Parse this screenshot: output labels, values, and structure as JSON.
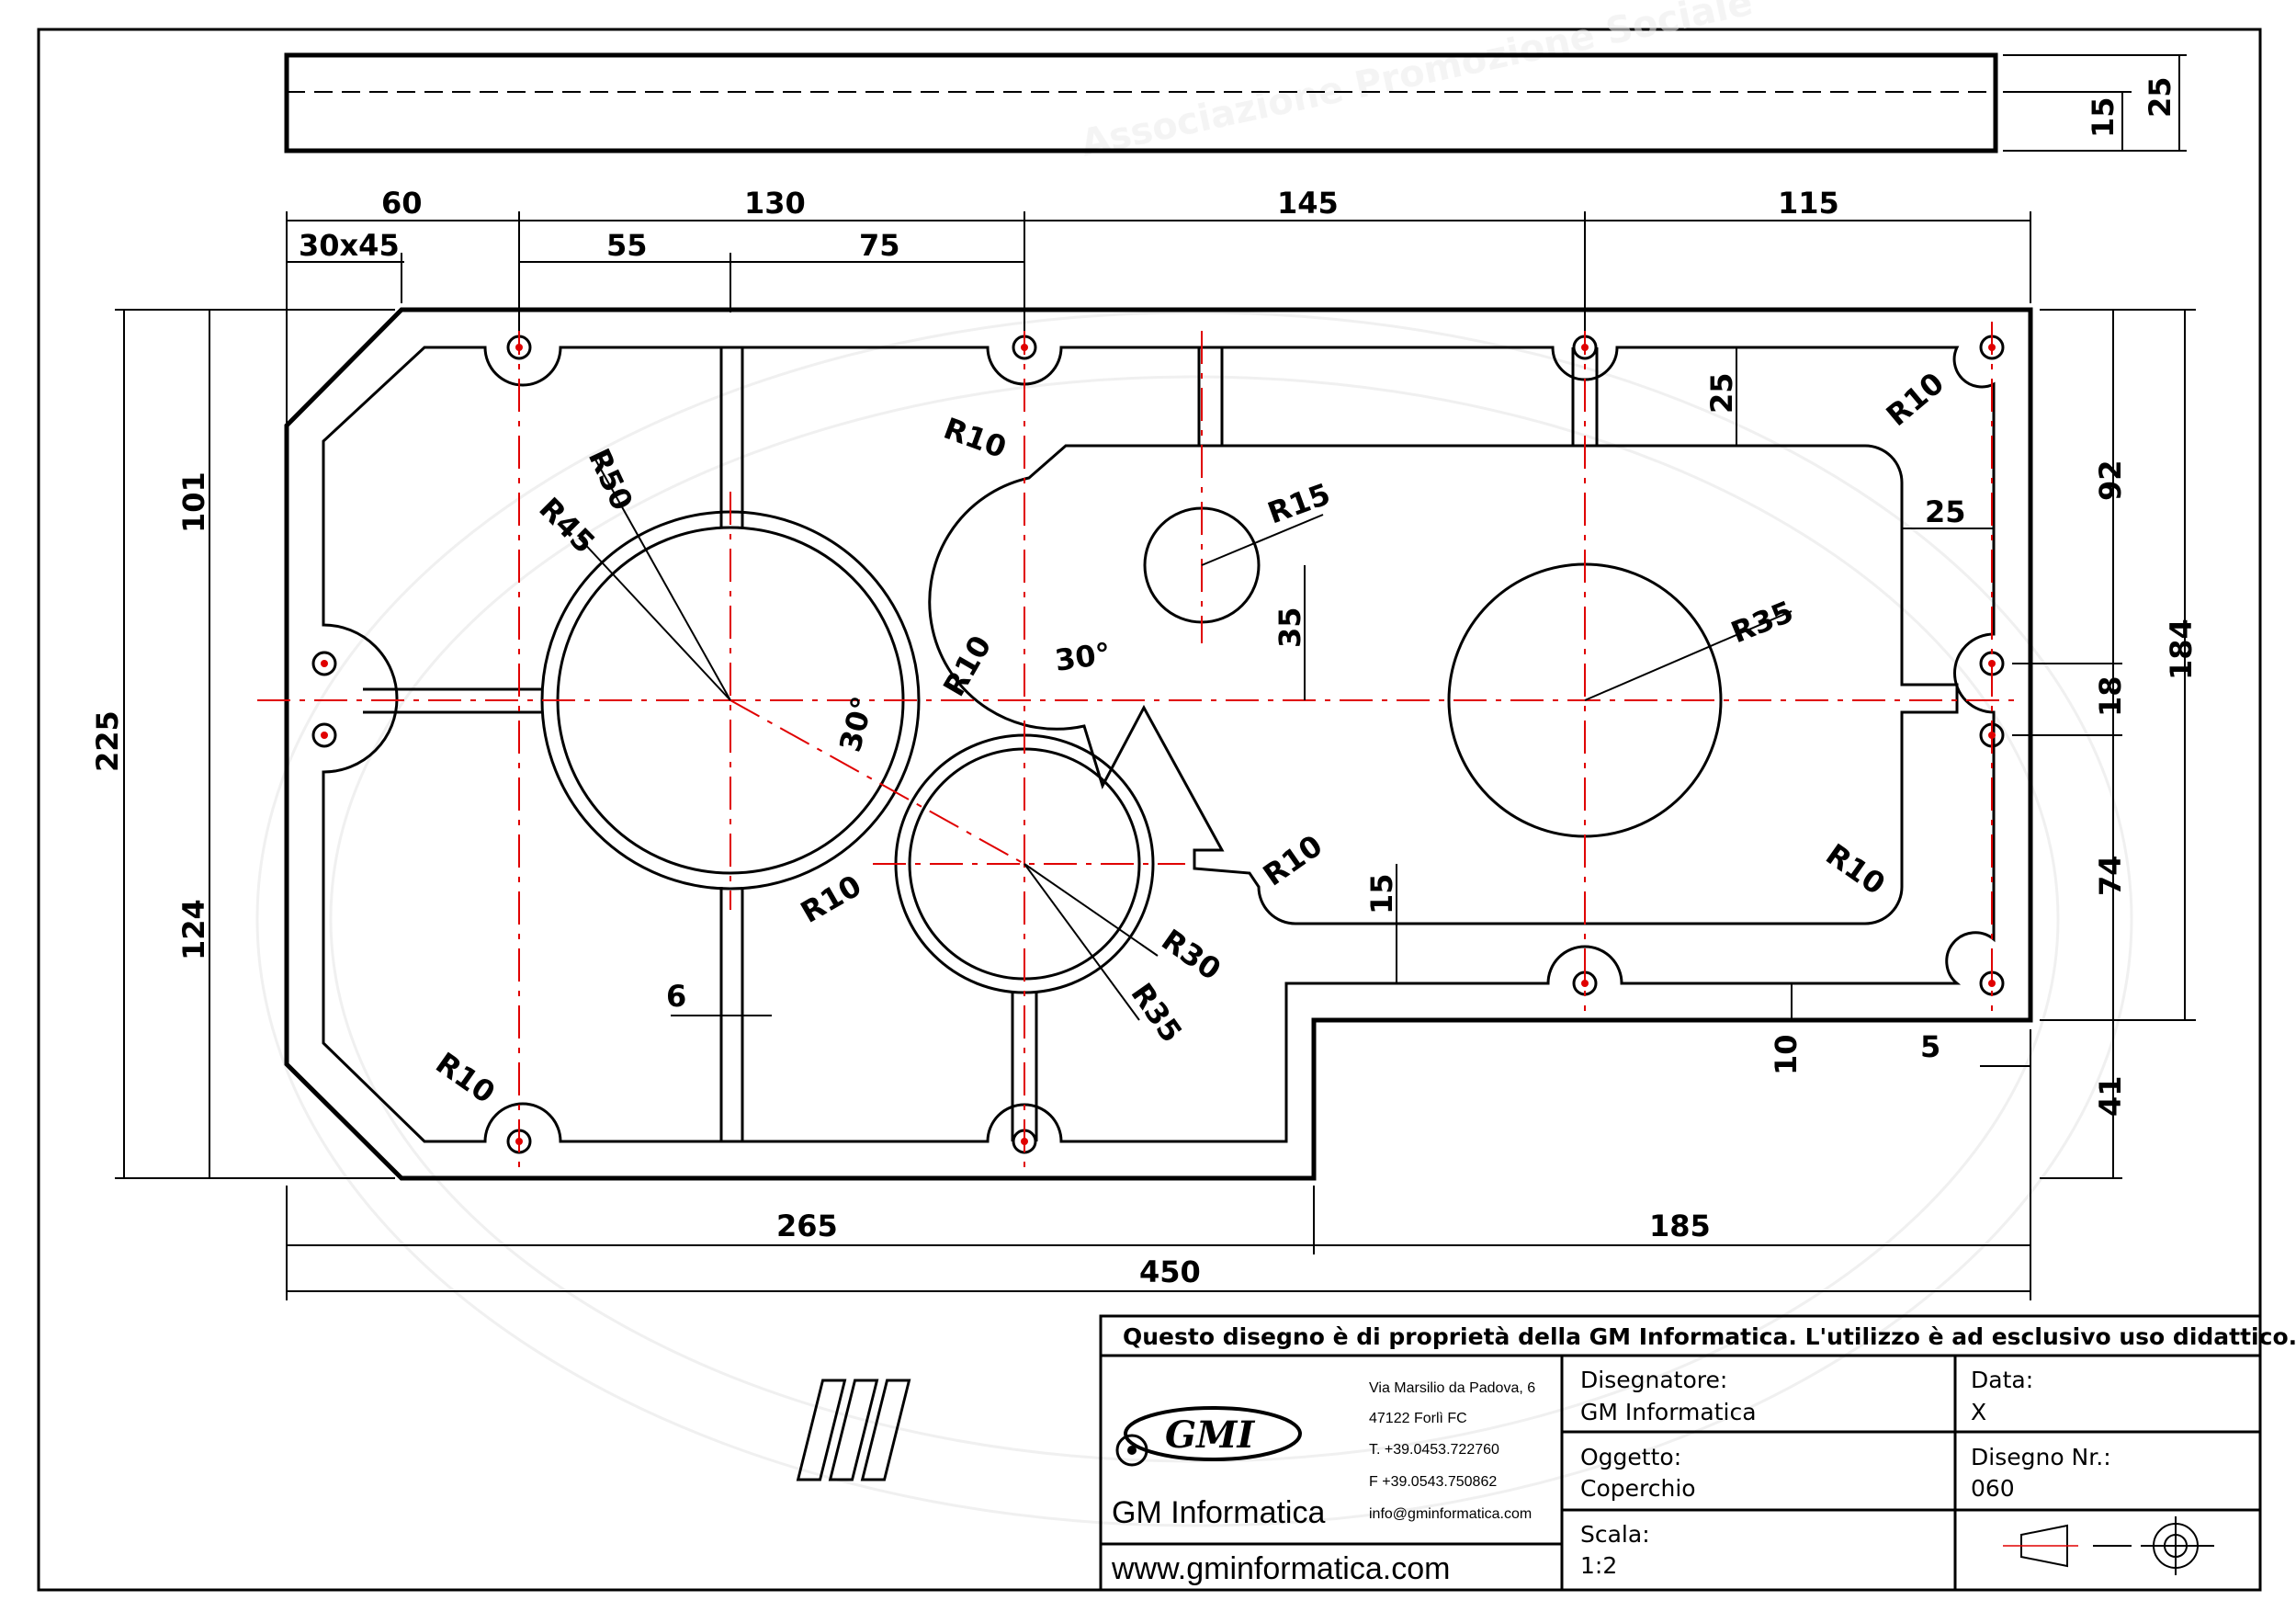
{
  "watermark": {
    "text": "Associazione Promozione Sociale"
  },
  "dimensions": {
    "d60": "60",
    "d130": "130",
    "d145": "145",
    "d115": "115",
    "d30x45": "30x45",
    "d55": "55",
    "d75": "75",
    "d101": "101",
    "d124": "124",
    "d225": "225",
    "d92": "92",
    "d184": "184",
    "d18": "18",
    "d74": "74",
    "d41": "41",
    "d25top": "25",
    "d15top": "15",
    "d25a": "25",
    "d25b": "25",
    "d35": "35",
    "d15": "15",
    "d10": "10",
    "d5": "5",
    "d6": "6",
    "d265": "265",
    "d185": "185",
    "d450": "450",
    "r50": "R50",
    "r45": "R45",
    "r10a": "R10",
    "r10b": "R10",
    "r10c": "R10",
    "r10d": "R10",
    "r10e": "R10",
    "r10f": "R10",
    "r10g": "R10",
    "r15": "R15",
    "r35a": "R35",
    "r35b": "R35",
    "r30": "R30",
    "a30a": "30°",
    "a30b": "30°"
  },
  "title_block": {
    "notice": "Questo disegno è di proprietà della GM Informatica. L'utilizzo è ad esclusivo uso didattico.",
    "logo_text": "GMI",
    "company": "GM Informatica",
    "website": "www.gminformatica.com",
    "address": [
      "Via Marsilio da Padova, 6",
      "47122  Forlì  FC",
      "T. +39.0453.722760",
      "F +39.0543.750862",
      "info@gminformatica.com"
    ],
    "designer_label": "Disegnatore:",
    "designer_value": "GM  Informatica",
    "date_label": "Data:",
    "date_value": "X",
    "object_label": "Oggetto:",
    "object_value": "Coperchio",
    "drawing_no_label": "Disegno  Nr.:",
    "drawing_no_value": "060",
    "scale_label": "Scala:",
    "scale_value": "1:2"
  }
}
